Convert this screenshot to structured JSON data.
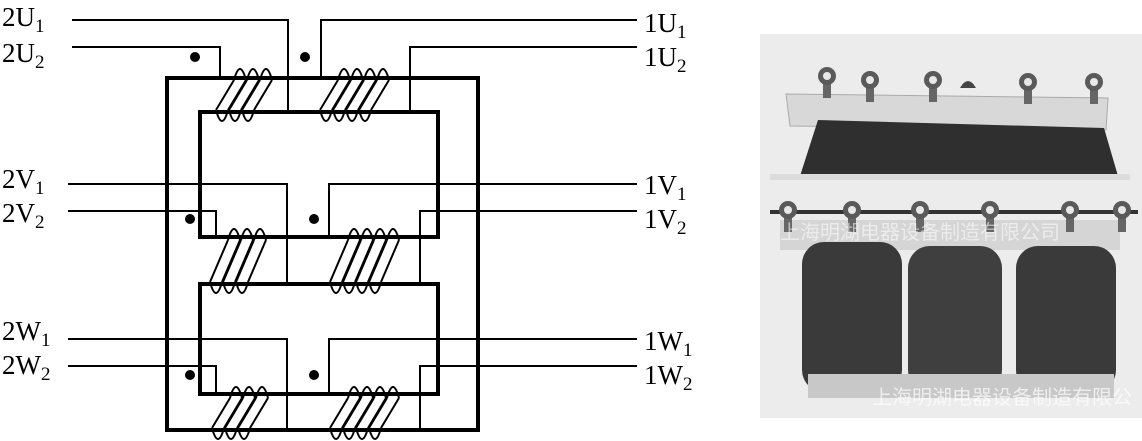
{
  "figure": {
    "type": "three-phase transformer winding diagram with product photo",
    "labels_left": [
      {
        "base": "2U",
        "sub": "1"
      },
      {
        "base": "2U",
        "sub": "2"
      },
      {
        "base": "2V",
        "sub": "1"
      },
      {
        "base": "2V",
        "sub": "2"
      },
      {
        "base": "2W",
        "sub": "1"
      },
      {
        "base": "2W",
        "sub": "2"
      }
    ],
    "labels_right": [
      {
        "base": "1U",
        "sub": "1"
      },
      {
        "base": "1U",
        "sub": "2"
      },
      {
        "base": "1V",
        "sub": "1"
      },
      {
        "base": "1V",
        "sub": "2"
      },
      {
        "base": "1W",
        "sub": "1"
      },
      {
        "base": "1W",
        "sub": "2"
      }
    ],
    "phases": [
      "U",
      "V",
      "W"
    ],
    "secondary_turns": 3,
    "primary_turns": 4,
    "polarity_dots_per_phase": 2
  },
  "photo": {
    "description": "three-phase transformer photo",
    "terminals_top": 5,
    "terminals_middle": 6,
    "coils": 3,
    "watermark_middle": "上海明湖电器设备制造有限公司",
    "watermark_bottom": "上海明湖电器设备制造有限公"
  },
  "colors": {
    "line": "#000000",
    "photo_bg": "#ececec",
    "coil_dark": "#3a3a3a"
  }
}
